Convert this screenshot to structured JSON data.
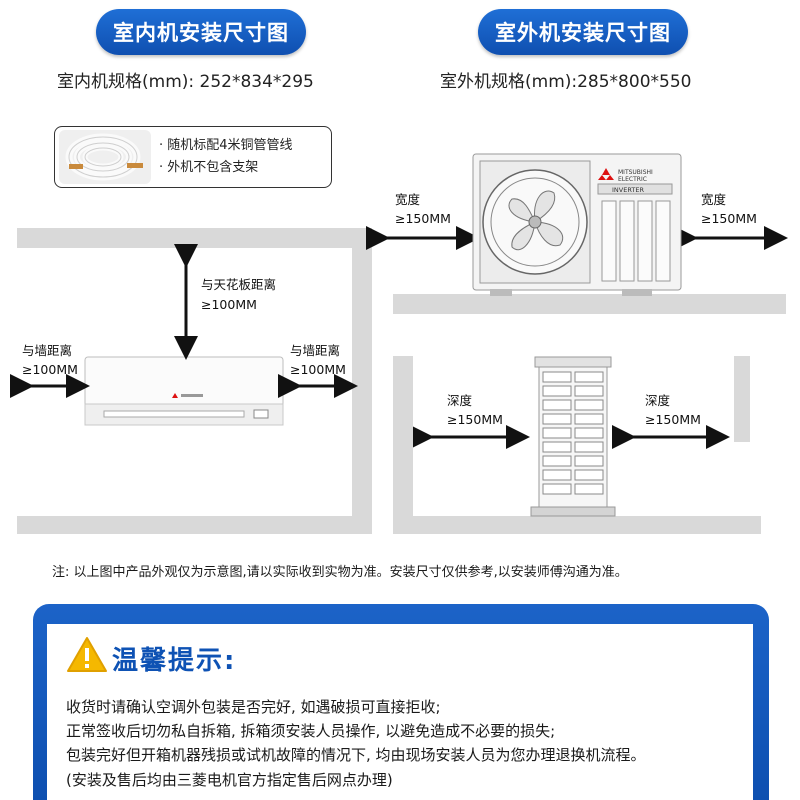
{
  "indoor": {
    "title": "室内机安装尺寸图",
    "spec": "室内机规格(mm): 252*834*295",
    "ceiling_label": "与天花板距离",
    "ceiling_value": "≥100MM",
    "wall_left_label": "与墙距离",
    "wall_left_value": "≥100MM",
    "wall_right_label": "与墙距离",
    "wall_right_value": "≥100MM"
  },
  "outdoor": {
    "title": "室外机安装尺寸图",
    "spec": "室外机规格(mm):285*800*550",
    "width_left_label": "宽度",
    "width_left_value": "≥150MM",
    "width_right_label": "宽度",
    "width_right_value": "≥150MM",
    "depth_left_label": "深度",
    "depth_left_value": "≥150MM",
    "depth_right_label": "深度",
    "depth_right_value": "≥150MM",
    "brand_line1": "MITSUBISHI",
    "brand_line2": "ELECTRIC",
    "badge": "INVERTER"
  },
  "accessory": {
    "note1": "· 随机标配4米铜管管线",
    "note2": "· 外机不包含支架"
  },
  "footnote": "注: 以上图中产品外观仅为示意图,请以实际收到实物为准。安装尺寸仅供参考,以安装师傅沟通为准。",
  "warning": {
    "title": "温馨提示:",
    "lines": [
      "收货时请确认空调外包装是否完好, 如遇破损可直接拒收;",
      "正常签收后切勿私自拆箱, 拆箱须安装人员操作, 以避免造成不必要的损失;",
      "包装完好但开箱机器残损或试机故障的情况下, 均由现场安装人员为您办理退换机流程。",
      "(安装及售后均由三菱电机官方指定售后网点办理)"
    ]
  },
  "colors": {
    "brand_blue": "#0f4fb0",
    "wall_gray": "#d9d9d9",
    "warning_yellow": "#f5b800"
  }
}
